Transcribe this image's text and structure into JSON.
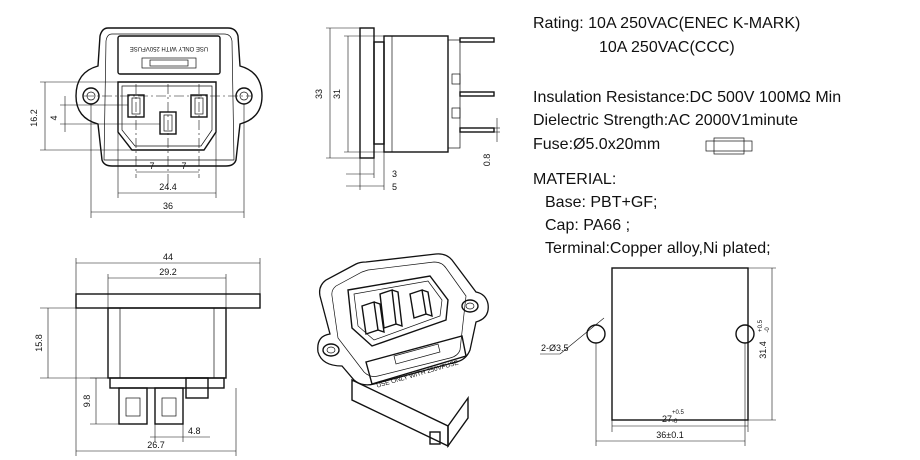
{
  "specs": {
    "rating_line1": "Rating: 10A 250VAC(ENEC K-MARK)",
    "rating_line2": "10A 250VAC(CCC)",
    "insulation": "Insulation Resistance:DC 500V 100MΩ  Min",
    "dielectric": "Dielectric Strength:AC 2000V1minute",
    "fuse": "Fuse:Ø5.0x20mm",
    "material_title": "MATERIAL:",
    "base": "Base: PBT+GF;",
    "cap": "Cap: PA66 ;",
    "terminal": "Terminal:Copper alloy,Ni plated;"
  },
  "front_view": {
    "cap_text": "USE ONLY WITH 250VFUSE",
    "dims": {
      "pitch_left": "7",
      "pitch_right": "7",
      "inner_width": "24.4",
      "overall_width": "36",
      "height": "16.2",
      "small_offset": "4"
    }
  },
  "side_view": {
    "dims": {
      "flange_height": "31",
      "overall_height": "33",
      "pin_thickness": "0.8",
      "flange_depth": "3",
      "front_depth": "5"
    }
  },
  "bottom_view": {
    "dims": {
      "overall_width": "44",
      "body_width": "29.2",
      "body_height": "15.8",
      "terminal_height": "9.8",
      "terminal_width": "4.8",
      "terminal_span": "26.7"
    }
  },
  "iso_view": {
    "cap_text": "USE ONLY WITH 250VFUSE"
  },
  "panel_cutout": {
    "dims": {
      "hole_spec": "2-Ø3.5",
      "cutout_height": "31.4",
      "cutout_height_tol_upper": "+0.5",
      "cutout_height_tol_lower": "-0",
      "cutout_width": "27",
      "cutout_width_tol_upper": "+0.5",
      "cutout_width_tol_lower": "-0",
      "hole_span": "36±0.1"
    }
  }
}
